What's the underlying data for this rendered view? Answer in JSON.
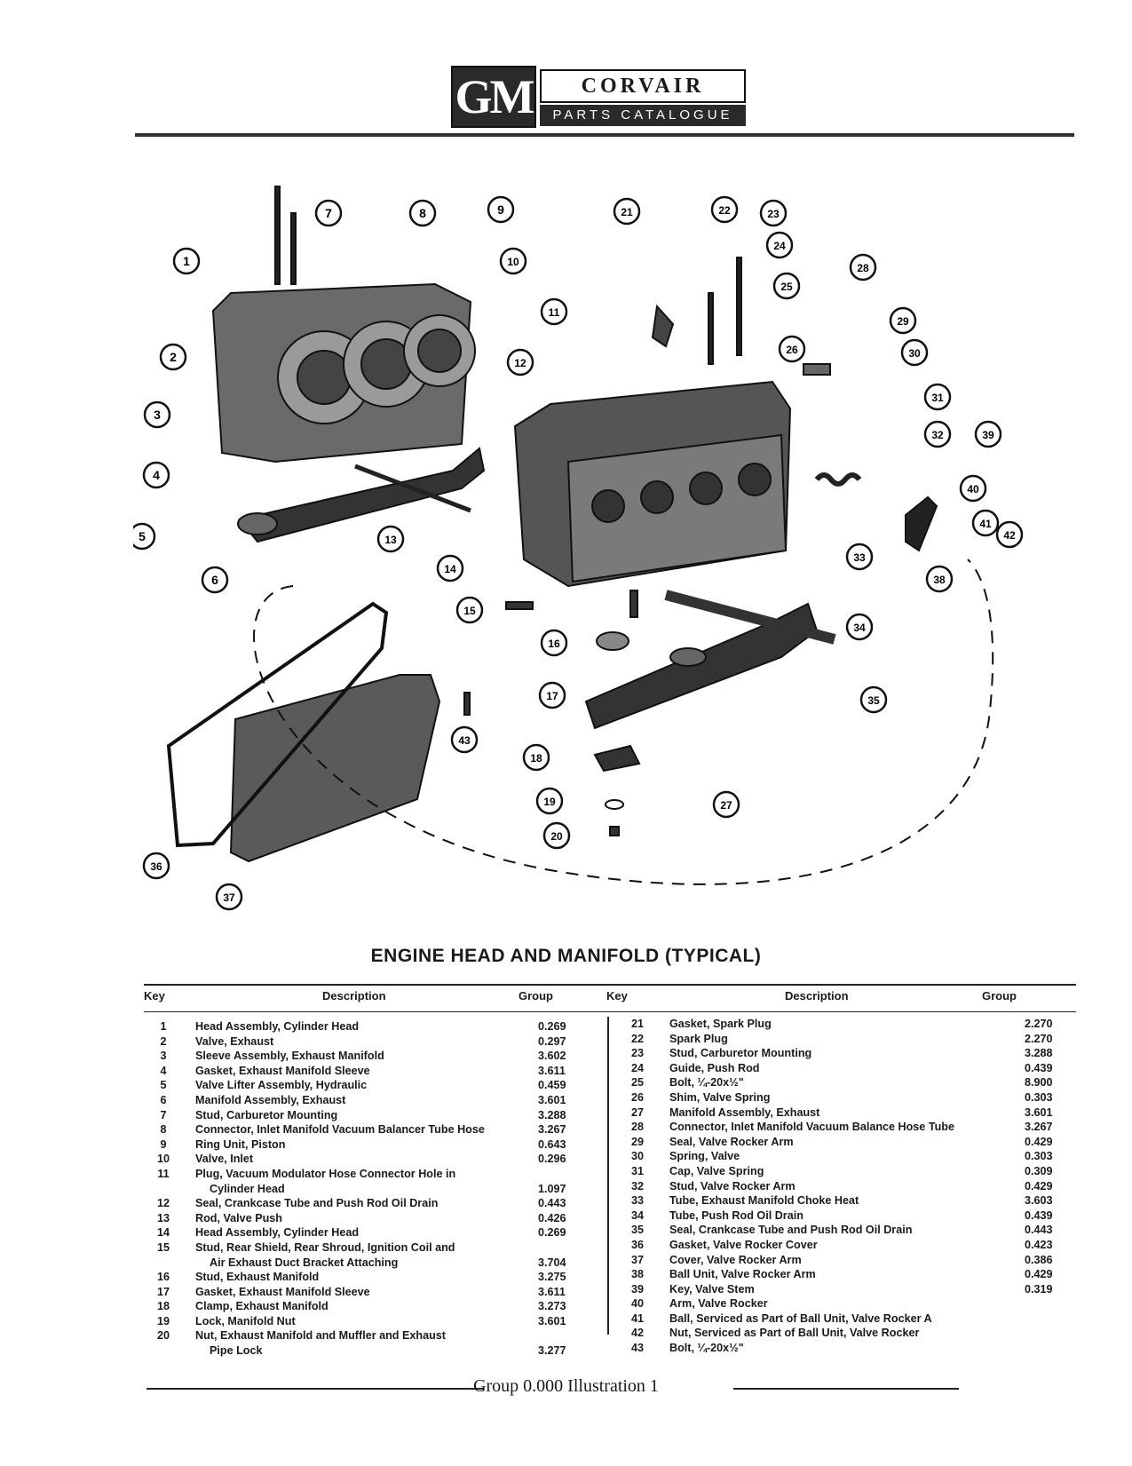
{
  "header": {
    "logo_mark": "GM",
    "brand": "CORVAIR",
    "subtitle": "PARTS CATALOGUE"
  },
  "diagram": {
    "callouts": [
      "1",
      "2",
      "3",
      "4",
      "5",
      "6",
      "7",
      "8",
      "9",
      "10",
      "11",
      "12",
      "13",
      "14",
      "15",
      "16",
      "17",
      "18",
      "19",
      "20",
      "21",
      "22",
      "23",
      "24",
      "25",
      "26",
      "27",
      "28",
      "29",
      "30",
      "31",
      "32",
      "33",
      "34",
      "35",
      "36",
      "37",
      "38",
      "39",
      "40",
      "41",
      "42",
      "43"
    ]
  },
  "caption": "ENGINE HEAD AND MANIFOLD (TYPICAL)",
  "table": {
    "headers": {
      "key": "Key",
      "description": "Description",
      "group": "Group"
    },
    "left_rows": [
      {
        "key": "1",
        "description": "Head Assembly, Cylinder Head",
        "group": "0.269"
      },
      {
        "key": "2",
        "description": "Valve, Exhaust",
        "group": "0.297"
      },
      {
        "key": "3",
        "description": "Sleeve Assembly, Exhaust Manifold",
        "group": "3.602"
      },
      {
        "key": "4",
        "description": "Gasket, Exhaust Manifold Sleeve",
        "group": "3.611"
      },
      {
        "key": "5",
        "description": "Valve Lifter Assembly, Hydraulic",
        "group": "0.459"
      },
      {
        "key": "6",
        "description": "Manifold Assembly, Exhaust",
        "group": "3.601"
      },
      {
        "key": "7",
        "description": "Stud, Carburetor Mounting",
        "group": "3.288"
      },
      {
        "key": "8",
        "description": "Connector, Inlet Manifold Vacuum Balancer Tube Hose",
        "group": "3.267"
      },
      {
        "key": "9",
        "description": "Ring Unit, Piston",
        "group": "0.643"
      },
      {
        "key": "10",
        "description": "Valve, Inlet",
        "group": "0.296"
      },
      {
        "key": "11",
        "description": "Plug, Vacuum Modulator Hose Connector Hole in",
        "group": ""
      },
      {
        "key": "",
        "description": "Cylinder Head",
        "group": "1.097",
        "cont": true
      },
      {
        "key": "12",
        "description": "Seal, Crankcase Tube and Push Rod Oil Drain",
        "group": "0.443"
      },
      {
        "key": "13",
        "description": "Rod, Valve Push",
        "group": "0.426"
      },
      {
        "key": "14",
        "description": "Head Assembly, Cylinder Head",
        "group": "0.269"
      },
      {
        "key": "15",
        "description": "Stud, Rear Shield, Rear Shroud, Ignition Coil and",
        "group": ""
      },
      {
        "key": "",
        "description": "Air Exhaust Duct Bracket Attaching",
        "group": "3.704",
        "cont": true
      },
      {
        "key": "16",
        "description": "Stud, Exhaust Manifold",
        "group": "3.275"
      },
      {
        "key": "17",
        "description": "Gasket, Exhaust Manifold Sleeve",
        "group": "3.611"
      },
      {
        "key": "18",
        "description": "Clamp, Exhaust Manifold",
        "group": "3.273"
      },
      {
        "key": "19",
        "description": "Lock, Manifold Nut",
        "group": "3.601"
      },
      {
        "key": "20",
        "description": "Nut, Exhaust Manifold and Muffler and Exhaust",
        "group": ""
      },
      {
        "key": "",
        "description": "Pipe Lock",
        "group": "3.277",
        "cont": true
      }
    ],
    "right_rows": [
      {
        "key": "21",
        "description": "Gasket, Spark Plug",
        "group": "2.270"
      },
      {
        "key": "22",
        "description": "Spark Plug",
        "group": "2.270"
      },
      {
        "key": "23",
        "description": "Stud, Carburetor Mounting",
        "group": "3.288"
      },
      {
        "key": "24",
        "description": "Guide, Push Rod",
        "group": "0.439"
      },
      {
        "key": "25",
        "description": "Bolt, ¼-20x½\"",
        "group": "8.900"
      },
      {
        "key": "26",
        "description": "Shim, Valve Spring",
        "group": "0.303"
      },
      {
        "key": "27",
        "description": "Manifold Assembly, Exhaust",
        "group": "3.601"
      },
      {
        "key": "28",
        "description": "Connector, Inlet Manifold Vacuum Balance Hose Tube",
        "group": "3.267"
      },
      {
        "key": "29",
        "description": "Seal, Valve Rocker Arm",
        "group": "0.429"
      },
      {
        "key": "30",
        "description": "Spring, Valve",
        "group": "0.303"
      },
      {
        "key": "31",
        "description": "Cap, Valve Spring",
        "group": "0.309"
      },
      {
        "key": "32",
        "description": "Stud, Valve Rocker Arm",
        "group": "0.429"
      },
      {
        "key": "33",
        "description": "Tube, Exhaust Manifold Choke Heat",
        "group": "3.603"
      },
      {
        "key": "34",
        "description": "Tube, Push Rod Oil Drain",
        "group": "0.439"
      },
      {
        "key": "35",
        "description": "Seal, Crankcase Tube and Push Rod Oil Drain",
        "group": "0.443"
      },
      {
        "key": "36",
        "description": "Gasket, Valve Rocker Cover",
        "group": "0.423"
      },
      {
        "key": "37",
        "description": "Cover, Valve Rocker Arm",
        "group": "0.386"
      },
      {
        "key": "38",
        "description": "Ball Unit, Valve Rocker Arm",
        "group": "0.429"
      },
      {
        "key": "39",
        "description": "Key, Valve Stem",
        "group": "0.319"
      },
      {
        "key": "40",
        "description": "Arm, Valve Rocker",
        "group": ""
      },
      {
        "key": "41",
        "description": "Ball, Serviced as Part of Ball Unit, Valve Rocker A",
        "group": ""
      },
      {
        "key": "42",
        "description": "Nut, Serviced as Part of Ball Unit, Valve Rocker",
        "group": ""
      },
      {
        "key": "43",
        "description": "Bolt, ¼-20x½\"",
        "group": ""
      }
    ]
  },
  "footer": "Group 0.000 Illustration 1"
}
